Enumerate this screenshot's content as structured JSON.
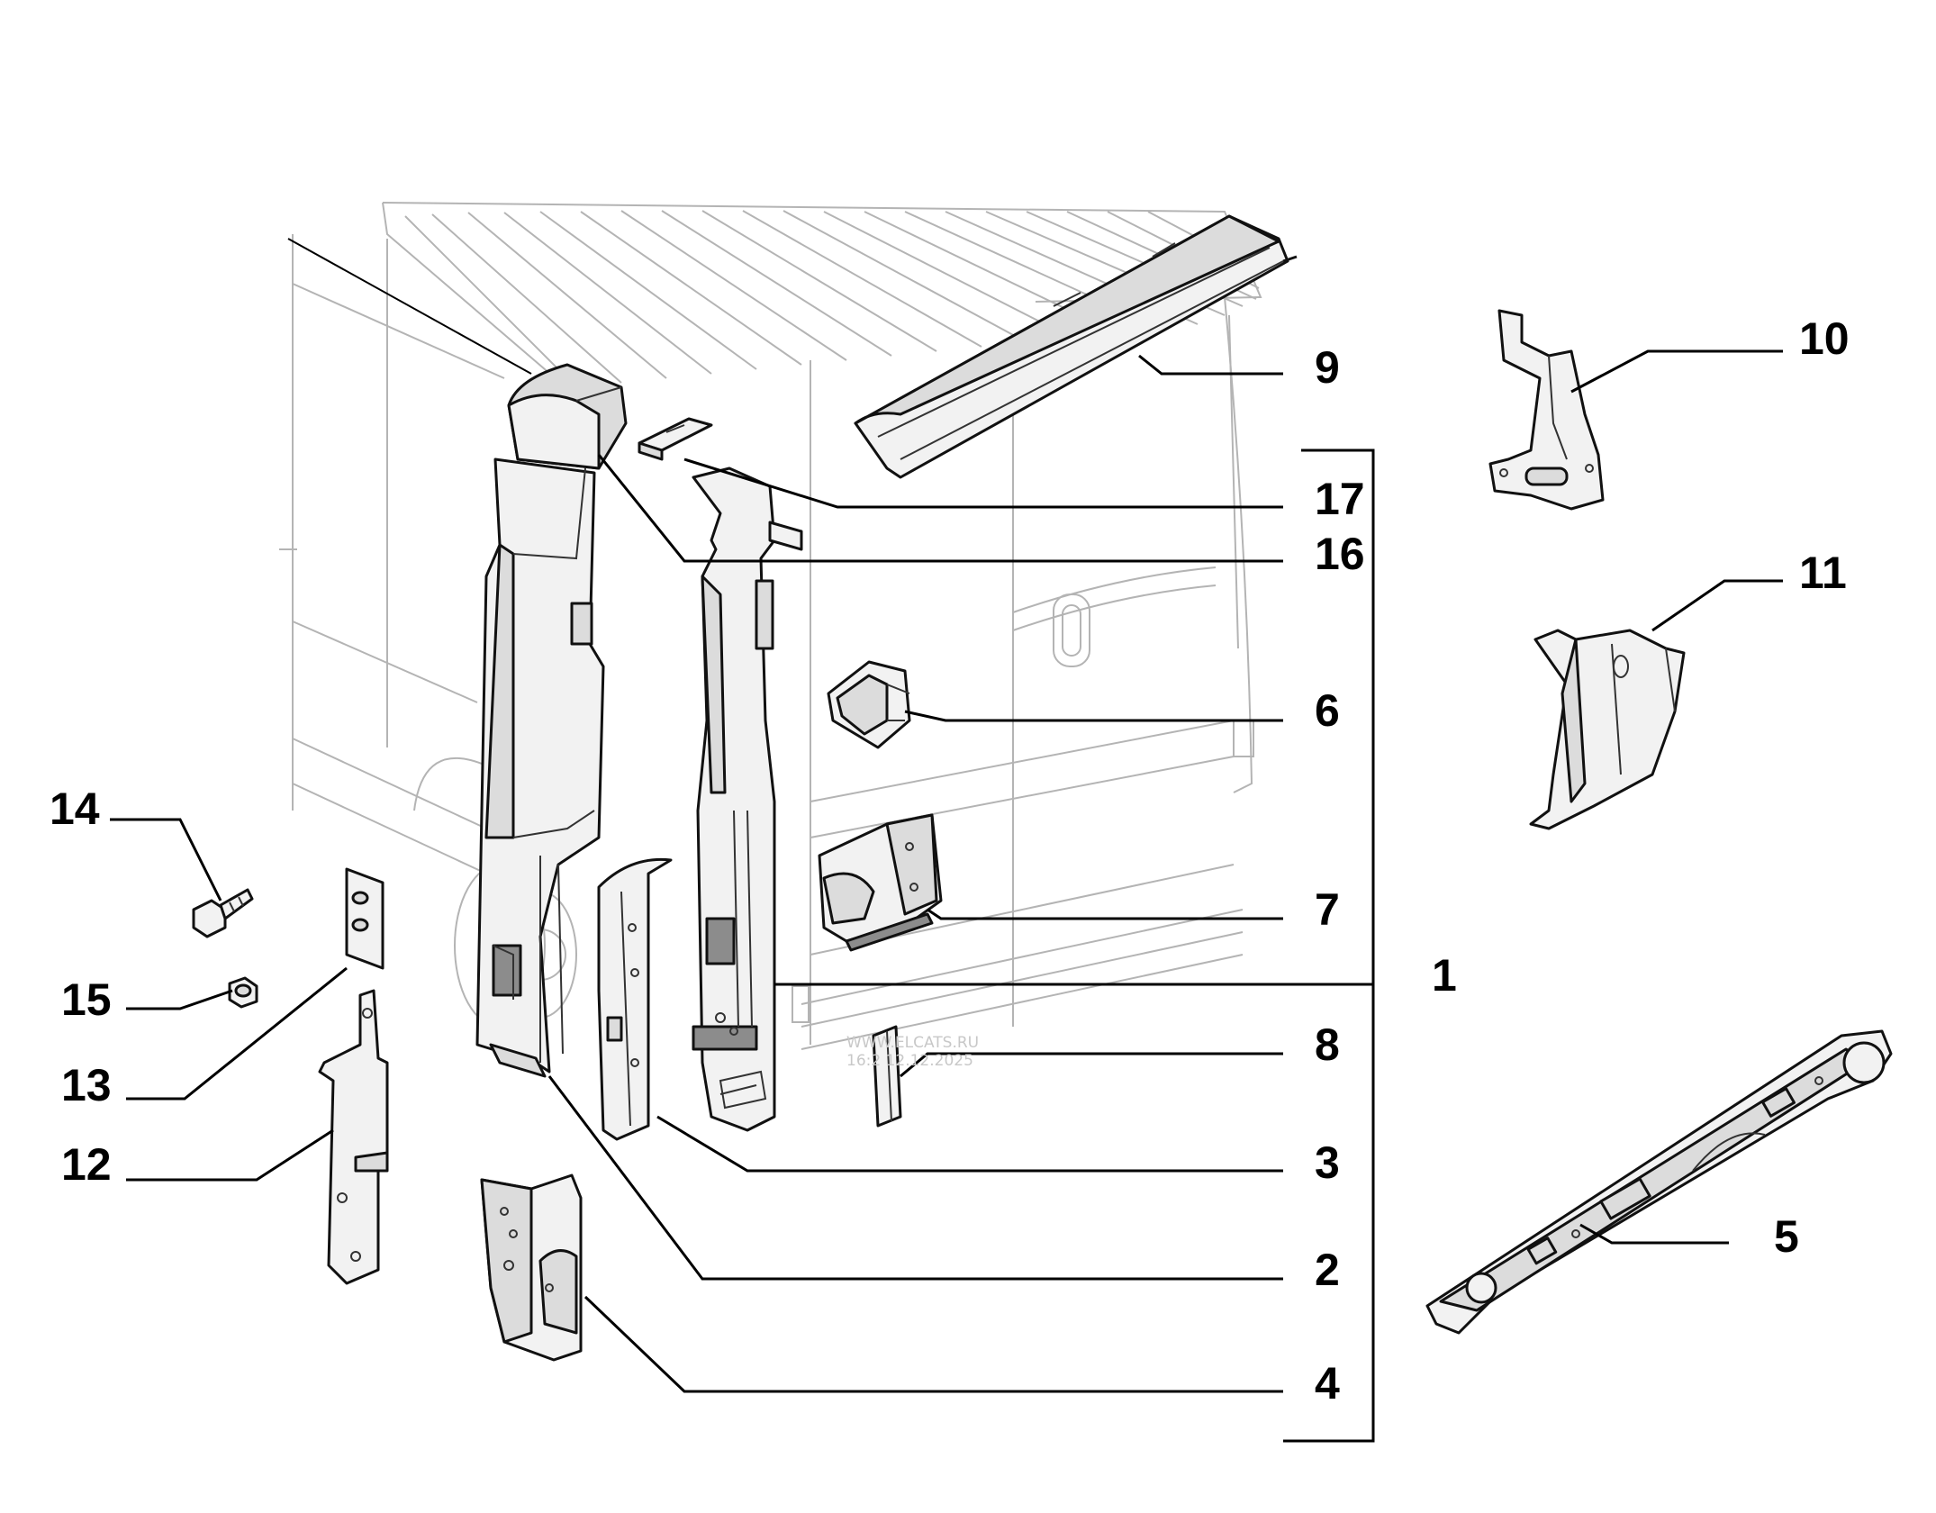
{
  "callouts": [
    {
      "id": "1",
      "text": "1"
    },
    {
      "id": "2",
      "text": "2"
    },
    {
      "id": "3",
      "text": "3"
    },
    {
      "id": "4",
      "text": "4"
    },
    {
      "id": "5",
      "text": "5"
    },
    {
      "id": "6",
      "text": "6"
    },
    {
      "id": "7",
      "text": "7"
    },
    {
      "id": "8",
      "text": "8"
    },
    {
      "id": "9",
      "text": "9"
    },
    {
      "id": "10",
      "text": "10"
    },
    {
      "id": "11",
      "text": "11"
    },
    {
      "id": "12",
      "text": "12"
    },
    {
      "id": "13",
      "text": "13"
    },
    {
      "id": "14",
      "text": "14"
    },
    {
      "id": "15",
      "text": "15"
    },
    {
      "id": "16",
      "text": "16"
    },
    {
      "id": "17",
      "text": "17"
    }
  ],
  "watermark": {
    "line1": "WWW.ELCATS.RU",
    "line2": "16:2  12.12.2025"
  }
}
